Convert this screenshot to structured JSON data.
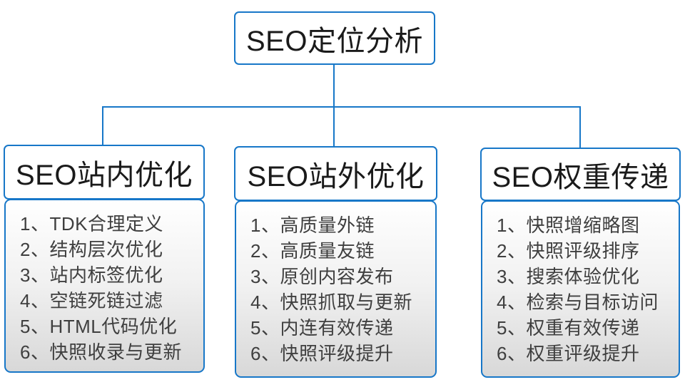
{
  "diagram": {
    "root": {
      "title": "SEO定位分析"
    },
    "columns": [
      {
        "title": "SEO站内优化",
        "items": [
          "1、TDK合理定义",
          "2、结构层次优化",
          "3、站内标签优化",
          "4、空链死链过滤",
          "5、HTML代码优化",
          "6、快照收录与更新"
        ]
      },
      {
        "title": "SEO站外优化",
        "items": [
          "1、高质量外链",
          "2、高质量友链",
          "3、原创内容发布",
          "4、快照抓取与更新",
          "5、内连有效传递",
          "6、快照评级提升"
        ]
      },
      {
        "title": "SEO权重传递",
        "items": [
          "1、快照增缩略图",
          "2、快照评级排序",
          "3、搜索体验优化",
          "4、检索与目标访问",
          "5、权重有效传递",
          "6、权重评级提升"
        ]
      }
    ],
    "colors": {
      "line_blue": "#1777c8",
      "header_text": "#1a1a1a",
      "item_text": "#3f3f3f",
      "body_gradient_top": "#ffffff",
      "body_gradient_bottom": "#d8d8d8",
      "background": "#ffffff"
    }
  }
}
